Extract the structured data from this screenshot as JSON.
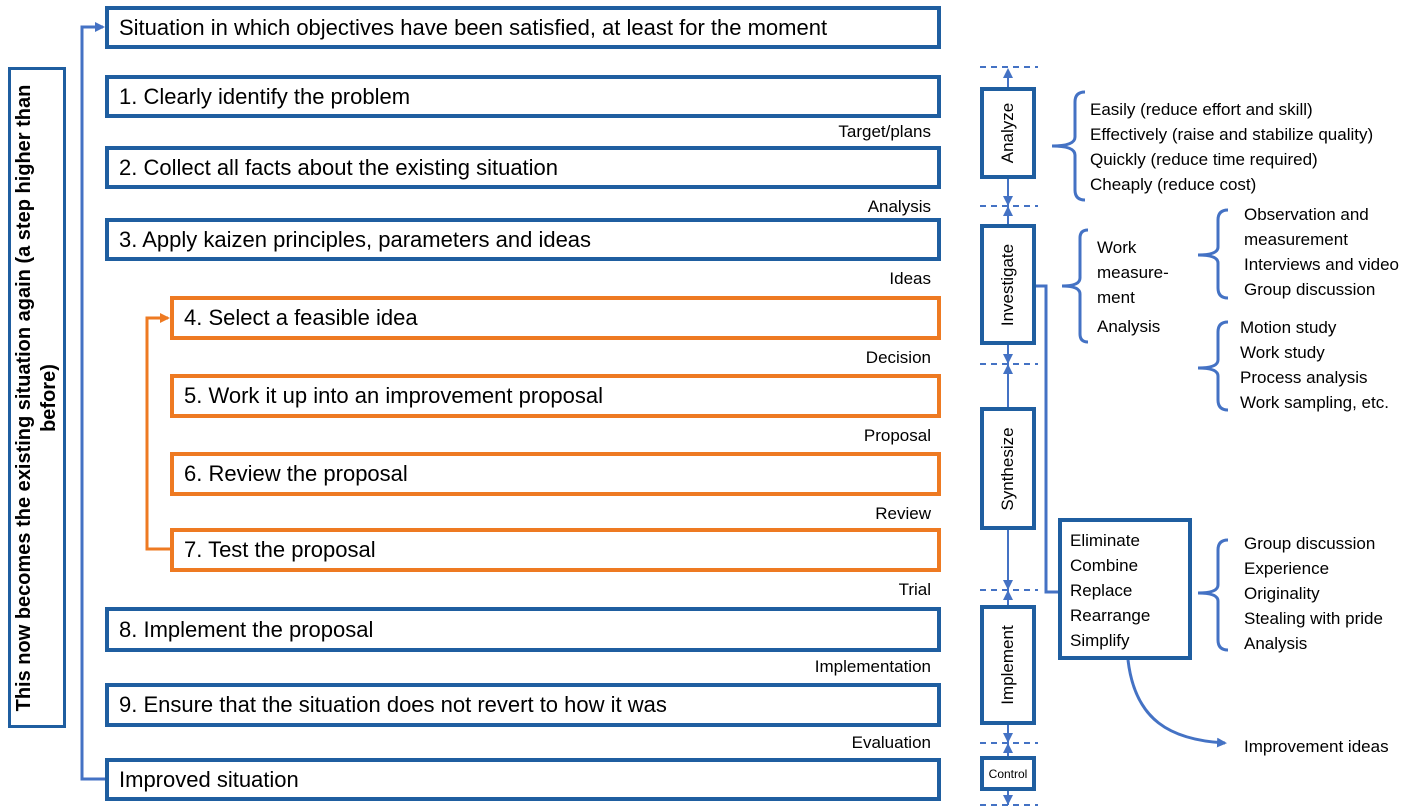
{
  "side_note": "This now becomes the existing situation again (a step higher than before)",
  "top_box": "Situation in which objectives have been satisfied, at least for the moment",
  "bottom_box": "Improved situation",
  "steps": [
    {
      "text": "1. Clearly identify the problem",
      "label": "Target/plans"
    },
    {
      "text": "2. Collect all facts about the existing situation",
      "label": "Analysis"
    },
    {
      "text": "3. Apply kaizen principles, parameters and ideas",
      "label": "Ideas"
    },
    {
      "text": "4. Select a feasible idea",
      "label": "Decision"
    },
    {
      "text": "5. Work it up into an improvement proposal",
      "label": "Proposal"
    },
    {
      "text": "6. Review the proposal",
      "label": "Review"
    },
    {
      "text": "7. Test the proposal",
      "label": "Trial"
    },
    {
      "text": "8. Implement the proposal",
      "label": "Implementation"
    },
    {
      "text": "9. Ensure that the situation does not revert to how it was",
      "label": "Evaluation"
    }
  ],
  "phases": {
    "analyze": "Analyze",
    "investigate": "Investigate",
    "synthesize": "Synthesize",
    "implement": "Implement",
    "control": "Control"
  },
  "analyze_list": [
    "Easily (reduce effort and skill)",
    "Effectively (raise and stabilize quality)",
    "Quickly (reduce time required)",
    "Cheaply (reduce cost)"
  ],
  "investigate": {
    "work_measurement": [
      "Work",
      "measure-",
      "ment"
    ],
    "analysis": "Analysis",
    "wm_list": [
      "Observation and",
      "measurement",
      "Interviews and video",
      "Group discussion"
    ],
    "analysis_list": [
      "Motion study",
      "Work study",
      "Process analysis",
      "Work sampling, etc."
    ]
  },
  "ecrrs": [
    "Eliminate",
    "Combine",
    "Replace",
    "Rearrange",
    "Simplify"
  ],
  "ecrrs_list": [
    "Group discussion",
    "Experience",
    "Originality",
    "Stealing with pride",
    "Analysis"
  ],
  "improvement_ideas": "Improvement ideas"
}
